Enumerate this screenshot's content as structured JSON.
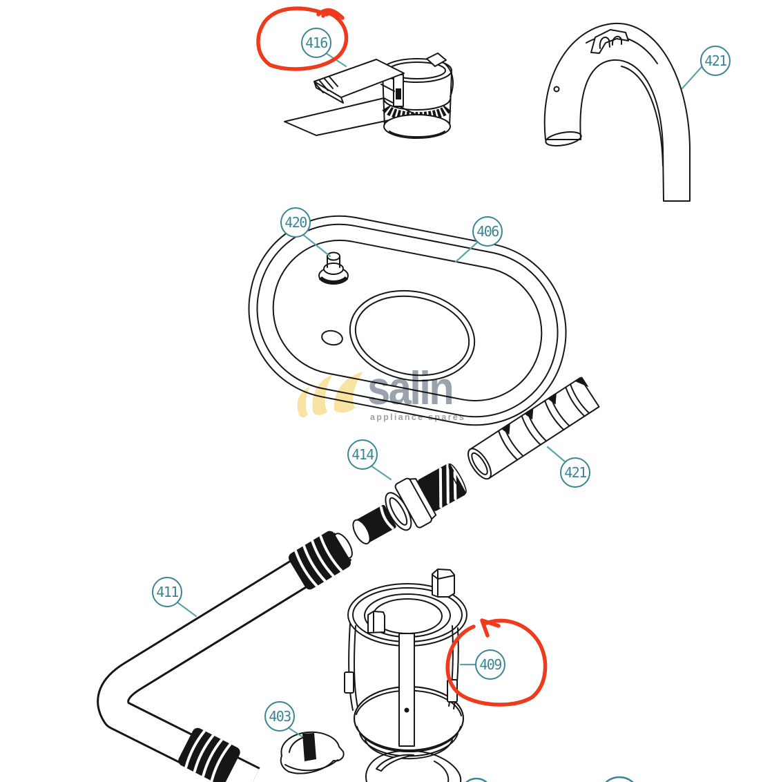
{
  "diagram": {
    "type": "exploded-parts-diagram",
    "callouts": [
      {
        "label": "416"
      },
      {
        "label": "421"
      },
      {
        "label": "420"
      },
      {
        "label": "406"
      },
      {
        "label": "414"
      },
      {
        "label": "421"
      },
      {
        "label": "411"
      },
      {
        "label": "403"
      },
      {
        "label": "409"
      }
    ],
    "partial_callout_circles_at_bottom_edge": 2,
    "red_annotations": [
      "hand-drawn circle around callout 416",
      "hand-drawn circle with arrow around callout 409"
    ],
    "watermark": {
      "brand": "salin",
      "tagline": "appliance spares"
    },
    "colors": {
      "callout_teal": "#3a8591",
      "leader_teal": "#5ba3ad",
      "annotation_red": "#ee3a1d",
      "line_art": "#161616",
      "watermark_gray": "#9aa3ad",
      "watermark_yellow": "#f8e3a3"
    }
  }
}
